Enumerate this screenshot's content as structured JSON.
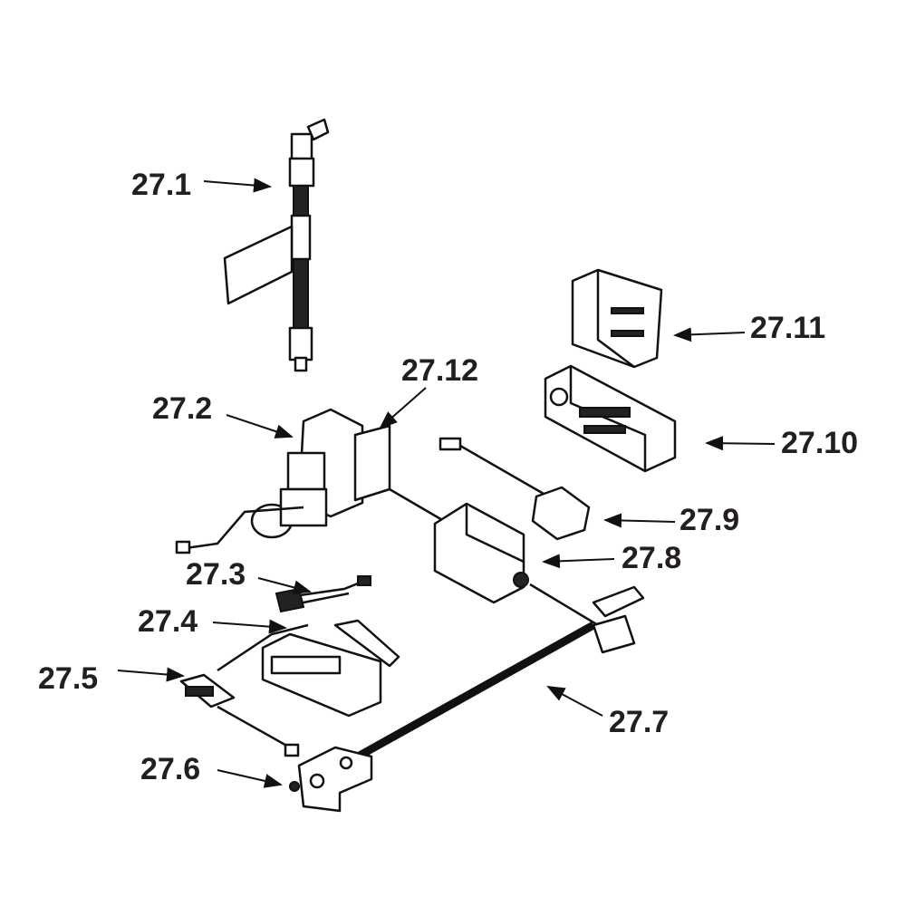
{
  "title": "Gas valve and control components exploded parts diagram",
  "callouts": [
    {
      "id": "27.1",
      "label": "27.1"
    },
    {
      "id": "27.2",
      "label": "27.2"
    },
    {
      "id": "27.3",
      "label": "27.3"
    },
    {
      "id": "27.4",
      "label": "27.4"
    },
    {
      "id": "27.5",
      "label": "27.5"
    },
    {
      "id": "27.6",
      "label": "27.6"
    },
    {
      "id": "27.7",
      "label": "27.7"
    },
    {
      "id": "27.8",
      "label": "27.8"
    },
    {
      "id": "27.9",
      "label": "27.9"
    },
    {
      "id": "27.10",
      "label": "27.10"
    },
    {
      "id": "27.11",
      "label": "27.11"
    },
    {
      "id": "27.12",
      "label": "27.12"
    }
  ]
}
